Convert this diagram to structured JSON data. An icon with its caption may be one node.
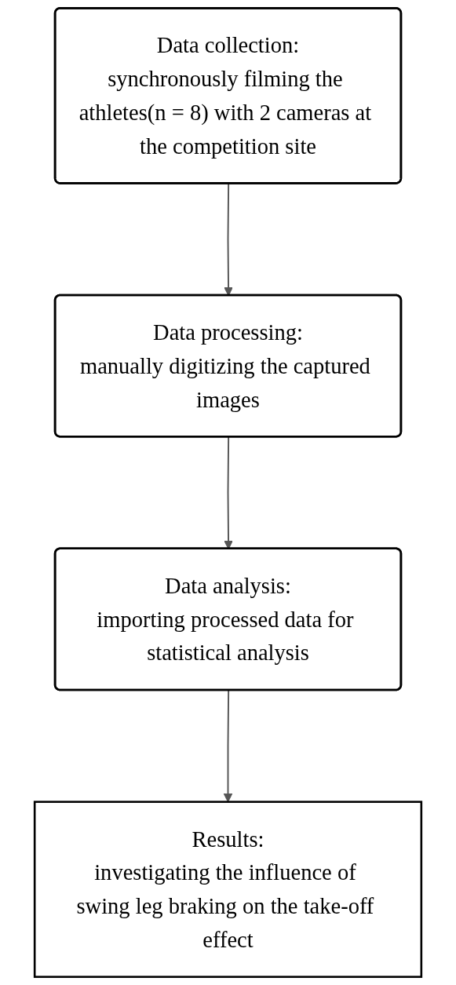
{
  "diagram": {
    "nodes": [
      {
        "text": [
          "Data collection:",
          "synchronously filming the athletes(n = 8) with 2 cameras at the competition site"
        ]
      },
      {
        "text": [
          "Data processing:",
          "manually digitizing the captured images"
        ]
      },
      {
        "text": [
          "Data analysis:",
          "importing processed data for statistical analysis"
        ]
      },
      {
        "text": [
          "Results:",
          "investigating the influence of swing leg braking on the take-off effect"
        ]
      }
    ],
    "edges": [
      {
        "from": 0,
        "to": 1,
        "arrow": "to"
      },
      {
        "from": 1,
        "to": 2,
        "arrow": "to"
      },
      {
        "from": 2,
        "to": 3,
        "arrow": "to"
      }
    ]
  }
}
